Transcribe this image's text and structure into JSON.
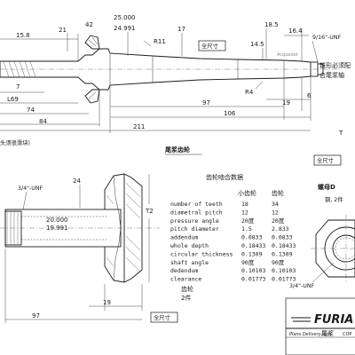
{
  "top_view": {
    "dims_top": [
      "15.8",
      "21",
      "42",
      "25.000",
      "24.991",
      "R11",
      "17",
      "14.5",
      "18.5",
      "16.4"
    ],
    "thread_callout": "9/16\"-UNF",
    "scale_note": "全尺寸",
    "note_right": [
      "锥形必须配",
      "合尾浆轴"
    ],
    "faint_text": "Acquedot",
    "dims_bottom": [
      "7",
      "L69",
      "74",
      "84",
      "R4",
      "97",
      "19",
      "6",
      "106",
      "211",
      "T"
    ]
  },
  "middle": {
    "left_note": "头须很滑块)",
    "title": "尾浆齿轮",
    "scale_note": "全尺寸"
  },
  "gear_view": {
    "thread": "3/4\"-UNF",
    "dia_max": "20.000",
    "dia_min": "19.991",
    "dim_24": "24",
    "dim_t2": "T2",
    "dim_19": "19",
    "dim_97": "97",
    "part_label": "齿轮",
    "part_qty": "2件",
    "scale_note": "全尺寸"
  },
  "gear_table": {
    "title": "齿轮啮合数据",
    "col1": "小齿轮",
    "col2": "齿轮",
    "rows": [
      {
        "label": "number of teeth",
        "a": "18",
        "b": "34"
      },
      {
        "label": "diametral pitch",
        "a": "12",
        "b": "12"
      },
      {
        "label": "pressure angle",
        "a": "20度",
        "b": "20度"
      },
      {
        "label": "pitch diameter",
        "a": "1.5",
        "b": "2.833"
      },
      {
        "label": "addendum",
        "a": "0.0833",
        "b": "0.0833"
      },
      {
        "label": "whole depth",
        "a": "0.18433",
        "b": "0.18433"
      },
      {
        "label": "circular thickness",
        "a": "0.1309",
        "b": "0.1309"
      },
      {
        "label": "shaft angle",
        "a": "90度",
        "b": "90度"
      },
      {
        "label": "dedendum",
        "a": "0.10103",
        "b": "0.10103"
      },
      {
        "label": "clearance",
        "a": "0.01773",
        "b": "0.01773"
      }
    ]
  },
  "nut_view": {
    "title": "螺母D",
    "subtitle": "钢, 2件",
    "thread": "3/4\"-UNF"
  },
  "title_block": {
    "brand": "FURIA",
    "part": "尾浆",
    "site": "Plans Delivery.com",
    "small": "COP"
  }
}
